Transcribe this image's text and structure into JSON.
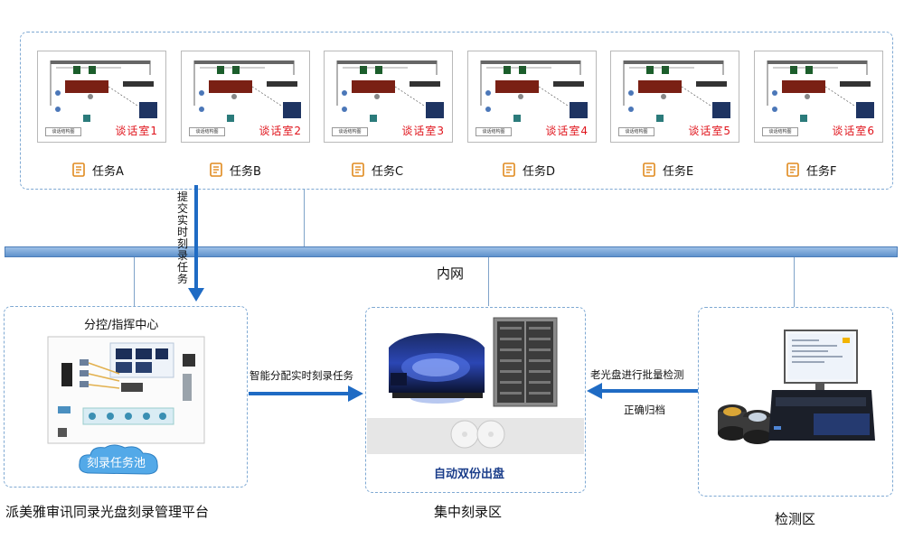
{
  "rooms": [
    {
      "name": "谈话室1",
      "task": "任务A",
      "plan_label": "谈话结构图"
    },
    {
      "name": "谈话室2",
      "task": "任务B",
      "plan_label": "谈话结构图"
    },
    {
      "name": "谈话室3",
      "task": "任务C",
      "plan_label": "谈话结构图"
    },
    {
      "name": "谈话室4",
      "task": "任务D",
      "plan_label": "谈话结构图"
    },
    {
      "name": "谈话室5",
      "task": "任务E",
      "plan_label": "谈话结构图"
    },
    {
      "name": "谈话室6",
      "task": "任务F",
      "plan_label": "谈话结构图"
    }
  ],
  "network_label": "内网",
  "submit_label": "提交实时刻录任务",
  "control_center": {
    "title": "分控/指挥中心",
    "pool": "刻录任务池",
    "platform": "派美雅审讯同录光盘刻录管理平台"
  },
  "assign_label": "智能分配实时刻录任务",
  "burn_zone": {
    "caption": "自动双份出盘",
    "name": "集中刻录区"
  },
  "detect": {
    "line1": "老光盘进行批量检测",
    "line2": "正确归档",
    "name": "检测区"
  },
  "colors": {
    "accent_blue": "#1f6bc4",
    "room_red": "#e0141c",
    "dash": "#7fa9d3"
  }
}
